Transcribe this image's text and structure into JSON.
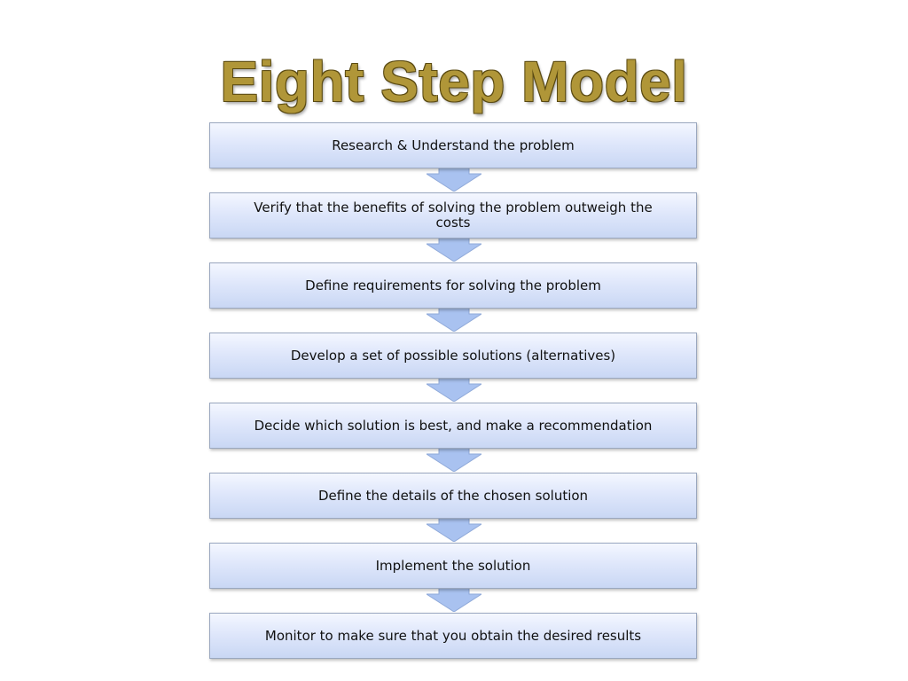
{
  "title": "Eight Step Model",
  "colors": {
    "title_fill": "#b09638",
    "title_outline": "#5a4a12",
    "box_top": "#f4f7ff",
    "box_bottom": "#c9d7f4",
    "arrow": "#a9c2f0"
  },
  "steps": [
    {
      "label": "Research & Understand the problem"
    },
    {
      "label": "Verify that the benefits of solving the problem outweigh the costs"
    },
    {
      "label": "Define requirements for solving the problem"
    },
    {
      "label": "Develop a set of possible solutions (alternatives)"
    },
    {
      "label": "Decide which solution is best, and make a recommendation"
    },
    {
      "label": "Define the details of the chosen solution"
    },
    {
      "label": "Implement the solution"
    },
    {
      "label": "Monitor to make sure that you obtain the  desired results"
    }
  ]
}
